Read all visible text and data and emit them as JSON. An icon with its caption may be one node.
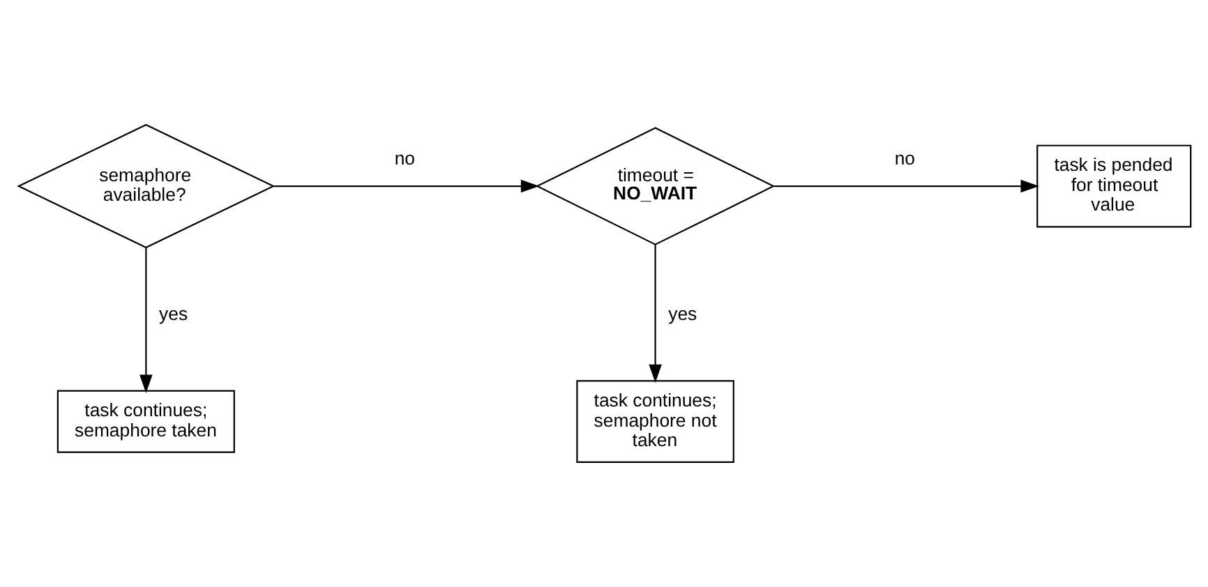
{
  "diagram": {
    "nodes": [
      {
        "text": [
          "semaphore available?"
        ]
      },
      {
        "text": [
          "timeout =",
          "NO_WAIT"
        ]
      },
      {
        "text": [
          "task is pended for timeout value"
        ]
      },
      {
        "text": [
          "task continues; semaphore taken"
        ]
      },
      {
        "text": [
          "task continues; semaphore not taken"
        ]
      }
    ],
    "edges": [
      {
        "from": 0,
        "to": 1,
        "arrow": "to",
        "label": "no"
      },
      {
        "from": 1,
        "to": 2,
        "arrow": "to",
        "label": "no"
      },
      {
        "from": 0,
        "to": 3,
        "arrow": "to",
        "label": "yes"
      },
      {
        "from": 1,
        "to": 4,
        "arrow": "to",
        "label": "yes"
      }
    ]
  }
}
